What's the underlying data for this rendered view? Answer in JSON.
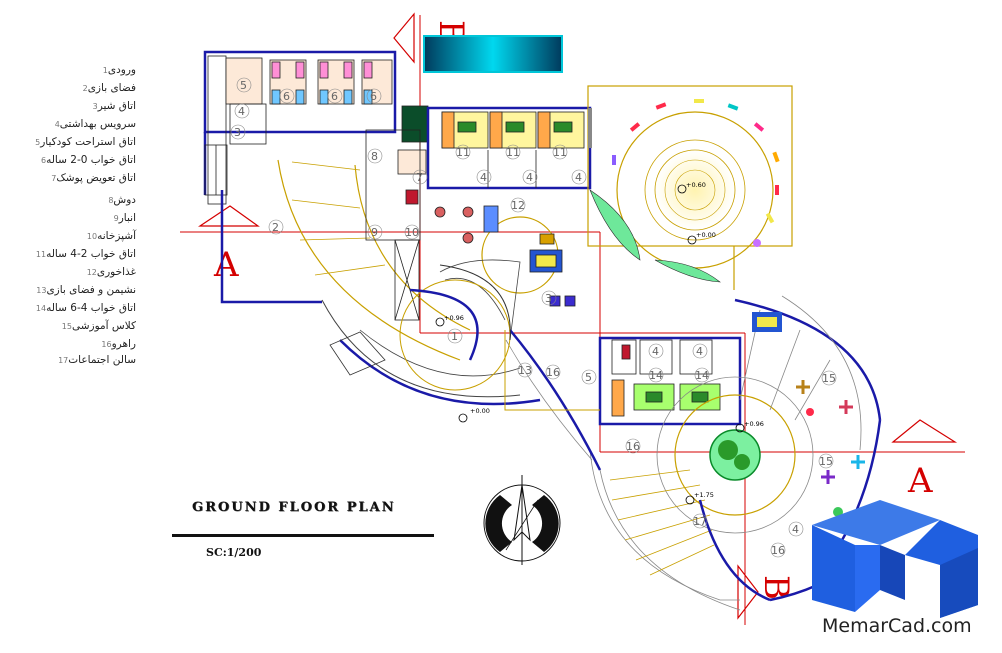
{
  "legend": [
    {
      "num": "1",
      "label": "ورودی"
    },
    {
      "num": "2",
      "label": "فضای بازی"
    },
    {
      "num": "3",
      "label": "اتاق شیر"
    },
    {
      "num": "4",
      "label": "سرویس بهداشتی"
    },
    {
      "num": "5",
      "label": "اتاق استراحت کودکیار"
    },
    {
      "num": "6",
      "label": "اتاق خواب 0-2 ساله"
    },
    {
      "num": "7",
      "label": "اتاق تعویض پوشک"
    },
    {
      "num": "8",
      "label": "دوش"
    },
    {
      "num": "9",
      "label": "انبار"
    },
    {
      "num": "10",
      "label": "آشپزخانه"
    },
    {
      "num": "11",
      "label": "اتاق خواب 2-4 ساله"
    },
    {
      "num": "12",
      "label": "غذاخوری"
    },
    {
      "num": "13",
      "label": "نشیمن و فضای بازی"
    },
    {
      "num": "14",
      "label": "اتاق خواب 4-6 ساله"
    },
    {
      "num": "15",
      "label": "کلاس آموزشی"
    },
    {
      "num": "16",
      "label": "راهرو"
    },
    {
      "num": "17",
      "label": "سالن اجتماعات"
    }
  ],
  "plan": {
    "title": "GROUND FLOOR PLAN",
    "scale": "SC:1/200",
    "section_a": "A",
    "section_b": "B",
    "levels": [
      "+0.60",
      "+0.00",
      "+0.96",
      "+0.00",
      "+0.96",
      "+1.75"
    ],
    "room_numbers": [
      "5",
      "6",
      "6",
      "6",
      "3",
      "4",
      "8",
      "7",
      "11",
      "11",
      "11",
      "4",
      "4",
      "4",
      "2",
      "12",
      "9",
      "10",
      "3",
      "13",
      "1",
      "16",
      "5",
      "4",
      "4",
      "14",
      "14",
      "16",
      "15",
      "15",
      "17",
      "4",
      "16"
    ]
  },
  "branding": {
    "site": "MemarCad.com"
  },
  "colors": {
    "wall": "#1a1aa8",
    "section_line": "#d40000",
    "outline": "#c8a000",
    "pool": "#00c6d8",
    "logo_blue": "#1f5fe0"
  }
}
